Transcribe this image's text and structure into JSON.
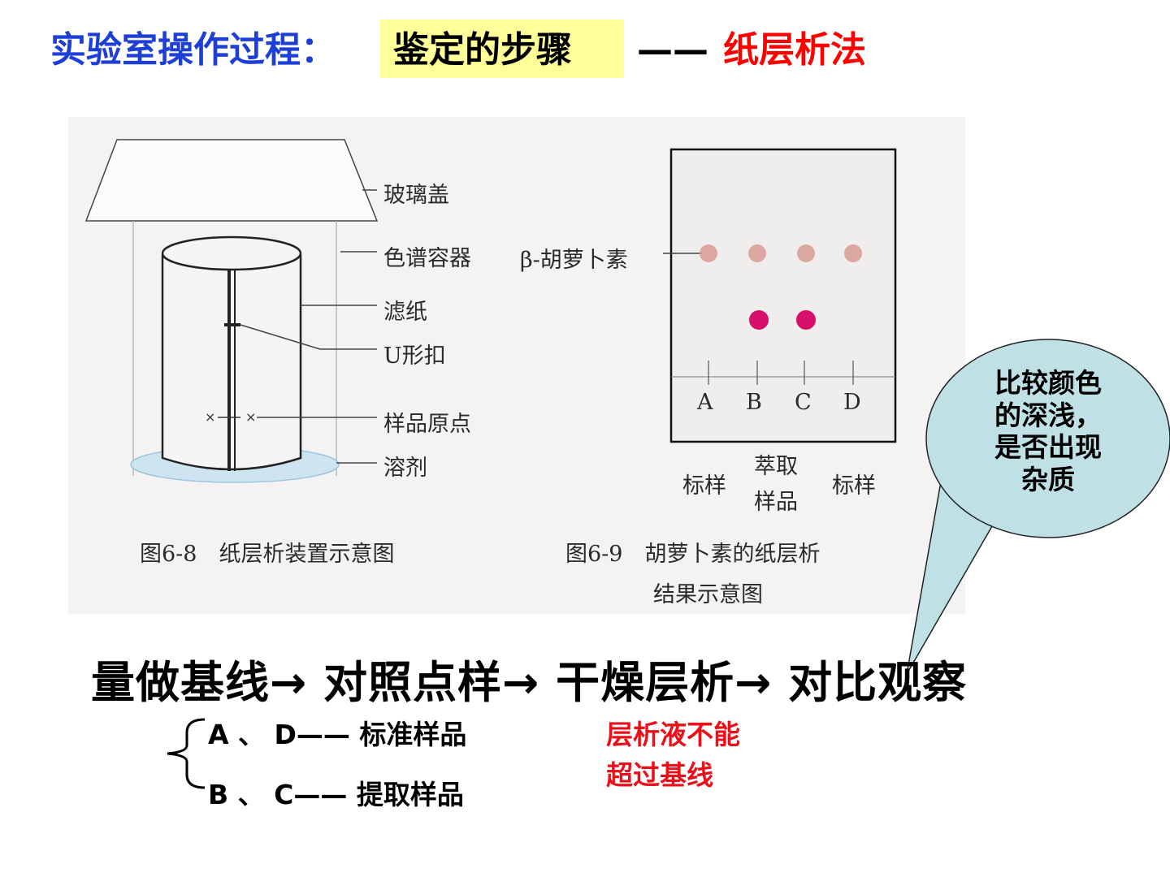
{
  "title": {
    "prefix": "实验室操作过程：",
    "step": "鉴定的步骤",
    "dash": "——",
    "method": "纸层析法",
    "highlight_color": "#ffff99"
  },
  "figure_left": {
    "labels": {
      "glass_lid": "玻璃盖",
      "container": "色谱容器",
      "filter_paper": "滤纸",
      "u_clip": "U形扣",
      "origin": "样品原点",
      "solvent": "溶剂"
    },
    "caption": "图6-8　纸层析装置示意图"
  },
  "figure_right": {
    "beta_label": "β-胡萝卜素",
    "lanes": [
      "A",
      "B",
      "C",
      "D"
    ],
    "lane_notes": {
      "standard_left": "标样",
      "extract": [
        "萃取",
        "样品"
      ],
      "standard_right": "标样"
    },
    "caption_line1": "图6-9　胡萝卜素的纸层析",
    "caption_line2": "结果示意图",
    "spot_colors": {
      "beta": "#d89a92",
      "impurity": "#d6106a"
    }
  },
  "callout": {
    "lines": [
      "比较颜色",
      "的深浅，",
      "是否出现",
      "杂质"
    ],
    "fill": "#bfe0e4"
  },
  "process": {
    "text": "量做基线→ 对照点样→ 干燥层析→ 对比观察"
  },
  "notes": {
    "ad": "A 、 D—— 标准样品",
    "bc": "B 、 C—— 提取样品",
    "warning_line1": "层析液不能",
    "warning_line2": "超过基线"
  }
}
